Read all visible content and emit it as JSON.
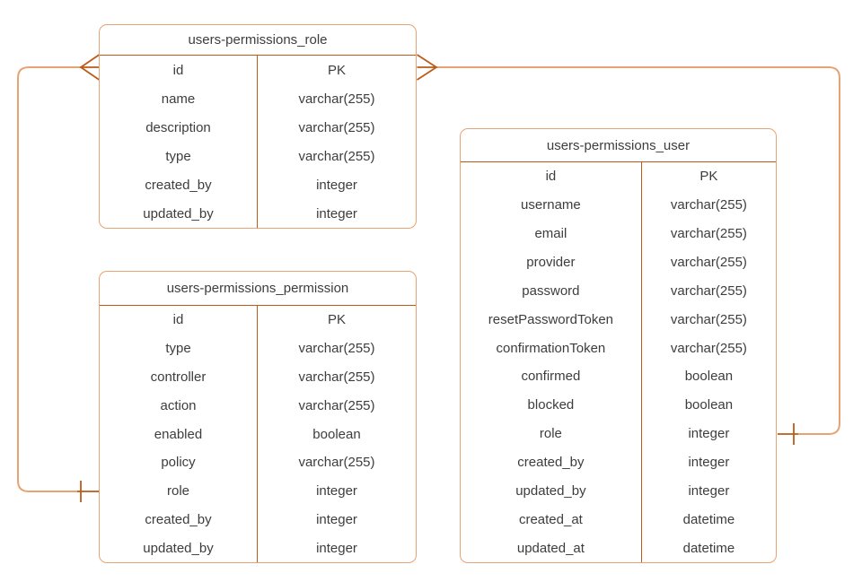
{
  "diagram": {
    "kind": "entity-relationship-diagram",
    "colors": {
      "edge_light": "#E8A374",
      "edge_dark": "#BC5A1A",
      "table_border": "#E8A374",
      "text": "#3d3d3d",
      "background": "#ffffff"
    },
    "tables": [
      {
        "id": "role",
        "title": "users-permissions_role",
        "fields": [
          {
            "name": "id",
            "type": "PK"
          },
          {
            "name": "name",
            "type": "varchar(255)"
          },
          {
            "name": "description",
            "type": "varchar(255)"
          },
          {
            "name": "type",
            "type": "varchar(255)"
          },
          {
            "name": "created_by",
            "type": "integer"
          },
          {
            "name": "updated_by",
            "type": "integer"
          }
        ]
      },
      {
        "id": "permission",
        "title": "users-permissions_permission",
        "fields": [
          {
            "name": "id",
            "type": "PK"
          },
          {
            "name": "type",
            "type": "varchar(255)"
          },
          {
            "name": "controller",
            "type": "varchar(255)"
          },
          {
            "name": "action",
            "type": "varchar(255)"
          },
          {
            "name": "enabled",
            "type": "boolean"
          },
          {
            "name": "policy",
            "type": "varchar(255)"
          },
          {
            "name": "role",
            "type": "integer"
          },
          {
            "name": "created_by",
            "type": "integer"
          },
          {
            "name": "updated_by",
            "type": "integer"
          }
        ]
      },
      {
        "id": "user",
        "title": "users-permissions_user",
        "fields": [
          {
            "name": "id",
            "type": "PK"
          },
          {
            "name": "username",
            "type": "varchar(255)"
          },
          {
            "name": "email",
            "type": "varchar(255)"
          },
          {
            "name": "provider",
            "type": "varchar(255)"
          },
          {
            "name": "password",
            "type": "varchar(255)"
          },
          {
            "name": "resetPasswordToken",
            "type": "varchar(255)"
          },
          {
            "name": "confirmationToken",
            "type": "varchar(255)"
          },
          {
            "name": "confirmed",
            "type": "boolean"
          },
          {
            "name": "blocked",
            "type": "boolean"
          },
          {
            "name": "role",
            "type": "integer"
          },
          {
            "name": "created_by",
            "type": "integer"
          },
          {
            "name": "updated_by",
            "type": "integer"
          },
          {
            "name": "created_at",
            "type": "datetime"
          },
          {
            "name": "updated_at",
            "type": "datetime"
          }
        ]
      }
    ],
    "relationships": [
      {
        "from": "users-permissions_role.id",
        "to": "users-permissions_permission.role",
        "from_cardinality": "many",
        "to_cardinality": "one"
      },
      {
        "from": "users-permissions_role.id",
        "to": "users-permissions_user.role",
        "from_cardinality": "many",
        "to_cardinality": "one"
      }
    ]
  }
}
